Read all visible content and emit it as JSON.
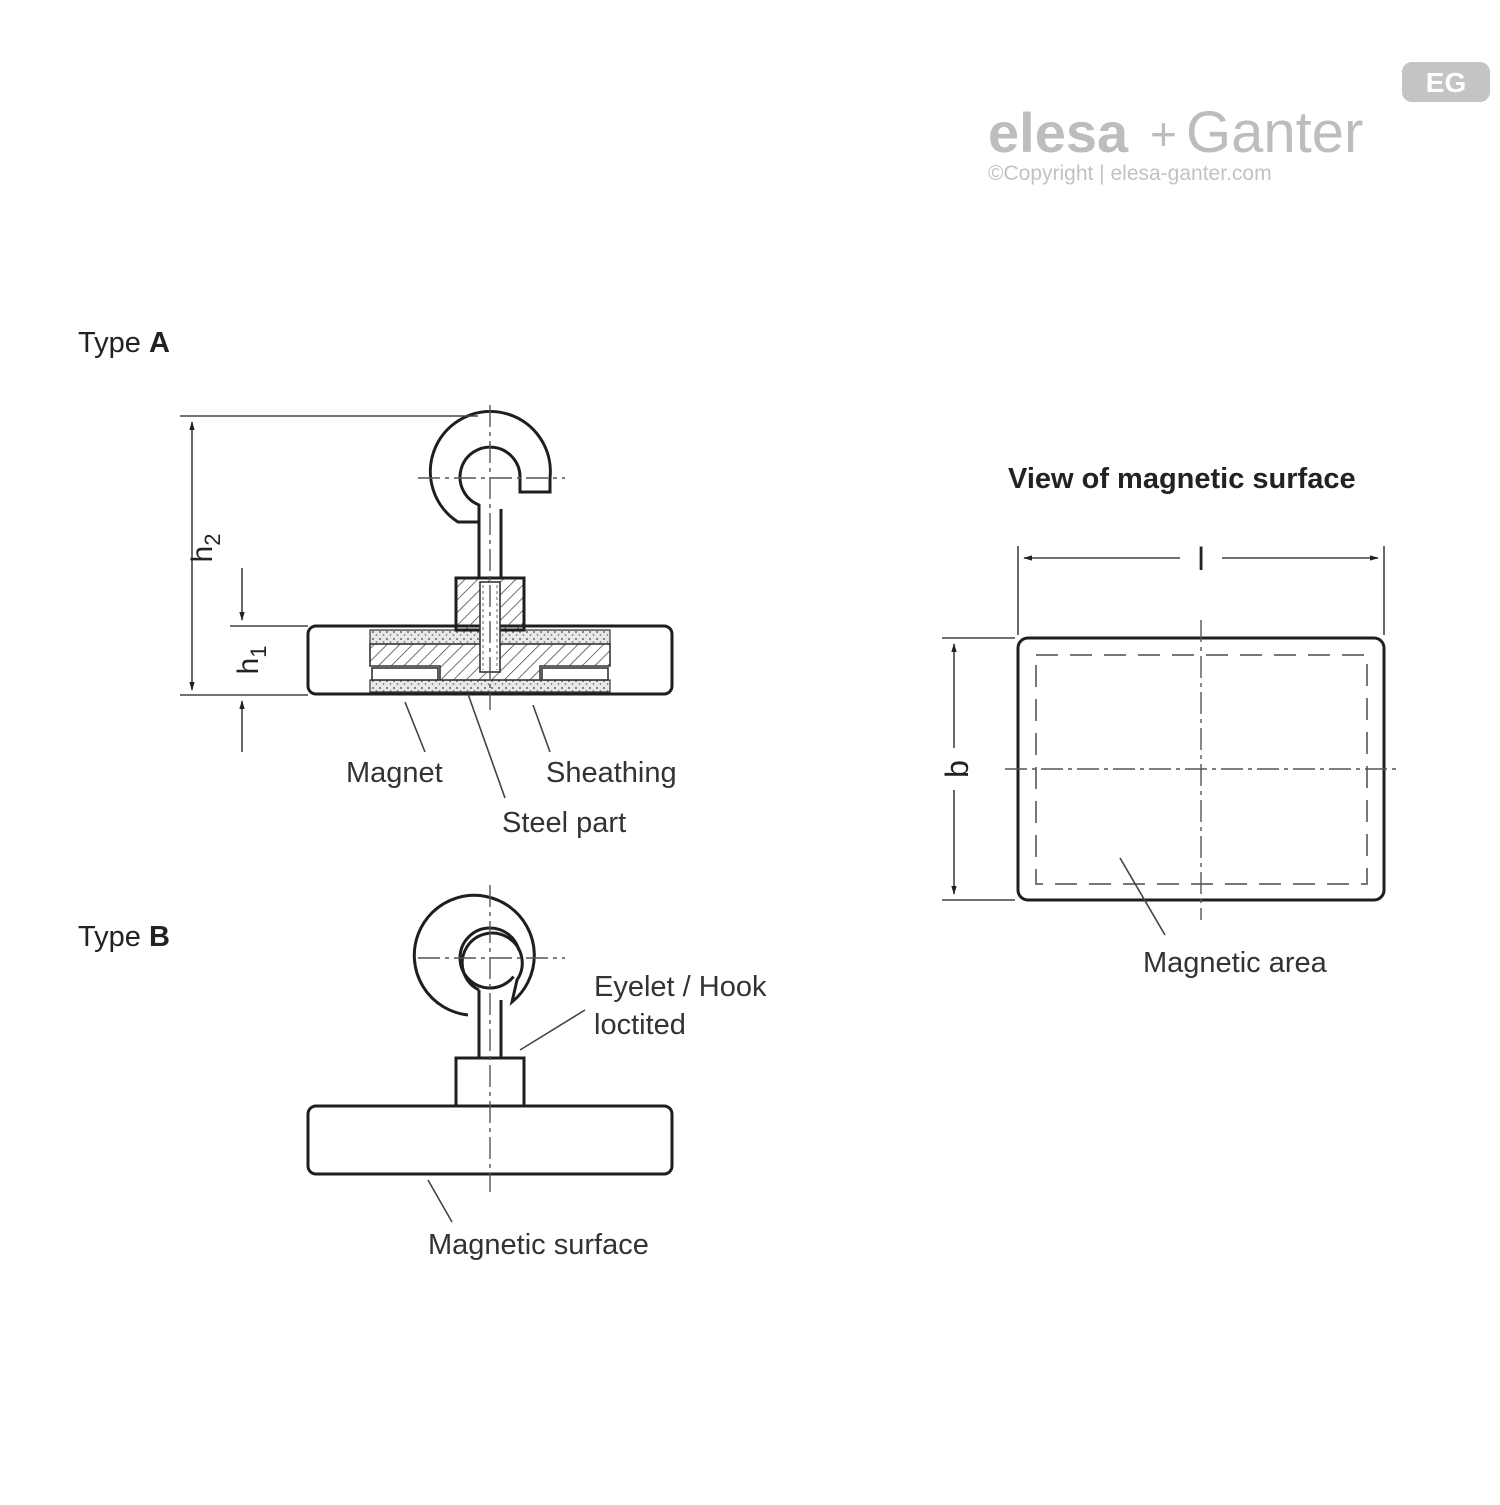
{
  "brand": {
    "logo_text_left": "elesa",
    "logo_plus": "+",
    "logo_text_right": "Ganter",
    "logo_badge": "EG",
    "copyright": "©Copyright | elesa-ganter.com",
    "logo_color": "#bdbdbd"
  },
  "type_a": {
    "title_prefix": "Type",
    "title_letter": "A",
    "dim_h1": "h",
    "dim_h1_sub": "1",
    "dim_h2": "h",
    "dim_h2_sub": "2",
    "callouts": {
      "magnet": "Magnet",
      "sheathing": "Sheathing",
      "steel_part": "Steel part"
    }
  },
  "type_b": {
    "title_prefix": "Type",
    "title_letter": "B",
    "callouts": {
      "eyelet_line1": "Eyelet / Hook",
      "eyelet_line2": "loctited",
      "magnetic_surface": "Magnetic surface"
    }
  },
  "magnetic_view": {
    "title": "View of magnetic surface",
    "dim_l": "l",
    "dim_b": "b",
    "callout_area": "Magnetic area"
  }
}
